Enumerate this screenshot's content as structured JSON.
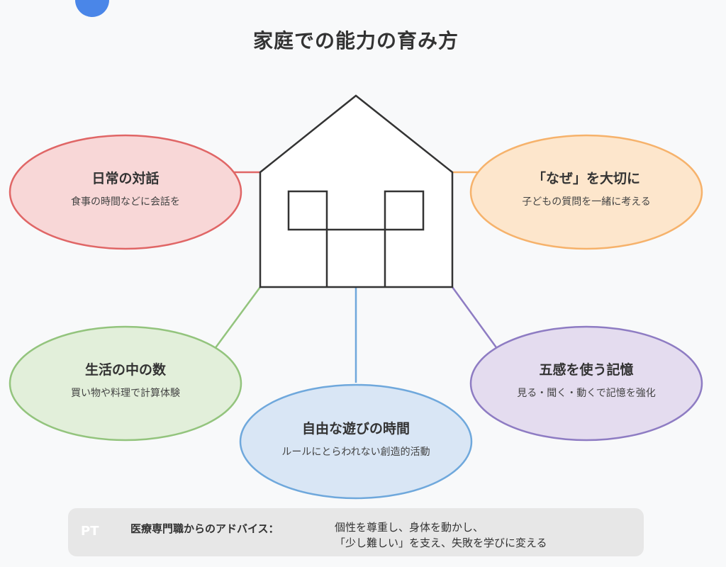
{
  "header": {
    "title": "家庭での能力の育み方"
  },
  "nodes": [
    {
      "id": "dialogue",
      "title": "日常の対話",
      "subtitle": "食事の時間などに会話を",
      "fill": "#f8d7d7",
      "stroke": "#e06666"
    },
    {
      "id": "why",
      "title": "「なぜ」を大切に",
      "subtitle": "子どもの質問を一緒に考える",
      "fill": "#fde6cc",
      "stroke": "#f6b26b"
    },
    {
      "id": "numbers",
      "title": "生活の中の数",
      "subtitle": "買い物や料理で計算体験",
      "fill": "#e2efda",
      "stroke": "#93c47d"
    },
    {
      "id": "play",
      "title": "自由な遊びの時間",
      "subtitle": "ルールにとらわれない創造的活動",
      "fill": "#d9e6f5",
      "stroke": "#6fa8dc"
    },
    {
      "id": "senses",
      "title": "五感を使う記憶",
      "subtitle": "見る・聞く・動くで記憶を強化",
      "fill": "#e4dcef",
      "stroke": "#8e7cc3"
    }
  ],
  "advice": {
    "avatar": "PT",
    "label": "医療専門職からのアドバイス：",
    "line1": "個性を尊重し、身体を動かし、",
    "line2": "「少し難しい」を支え、失敗を学びに変える"
  },
  "colors": {
    "background": "#f8f9fa",
    "house_stroke": "#333333",
    "accent_dot": "#4a86e8"
  }
}
